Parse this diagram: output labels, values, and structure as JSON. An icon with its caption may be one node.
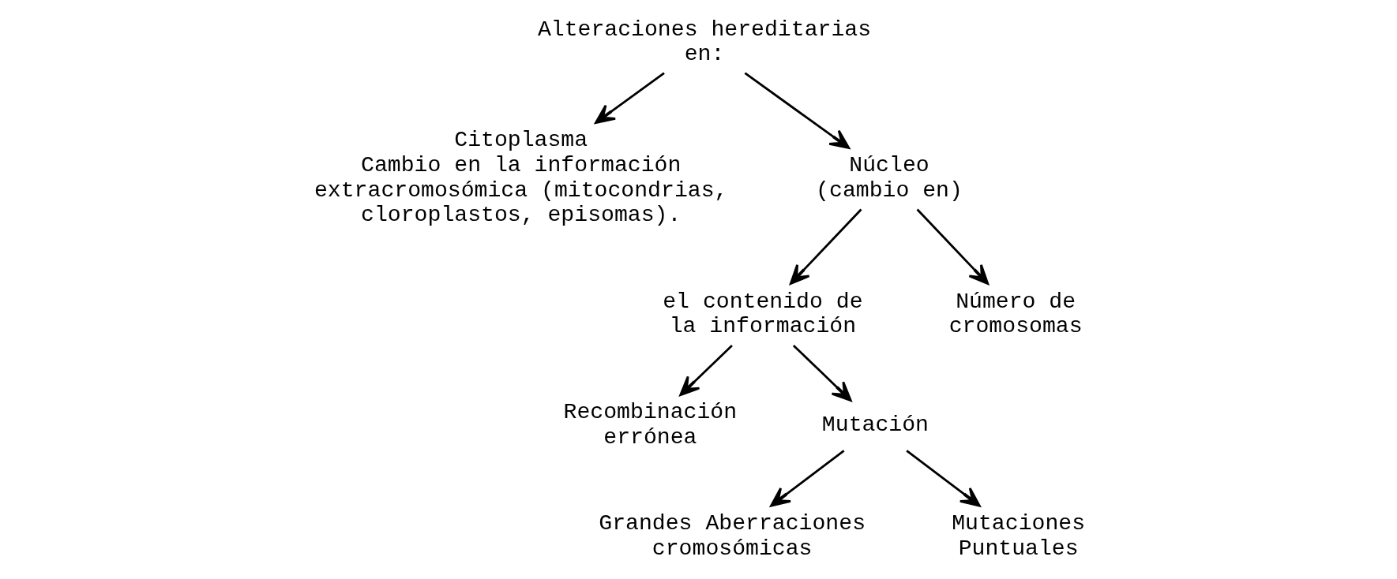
{
  "diagram": {
    "nodes": [
      {
        "text": [
          "Alteraciones hereditarias",
          "en:"
        ]
      },
      {
        "text": [
          "Citoplasma",
          "Cambio en la información extracromosómica (mitocondrias, cloroplastos, episomas)."
        ]
      },
      {
        "text": [
          "Núcleo",
          "(cambio en)"
        ]
      },
      {
        "text": [
          "el contenido de la información"
        ]
      },
      {
        "text": [
          "Número de cromosomas"
        ]
      },
      {
        "text": [
          "Recombinación errónea"
        ]
      },
      {
        "text": [
          "Mutación"
        ]
      },
      {
        "text": [
          "Grandes Aberraciones cromosómicas"
        ]
      },
      {
        "text": [
          "Mutaciones Puntuales"
        ]
      }
    ],
    "edges": [
      {
        "from": 0,
        "to": 1,
        "arrow": "to"
      },
      {
        "from": 0,
        "to": 2,
        "arrow": "to"
      },
      {
        "from": 2,
        "to": 3,
        "arrow": "to"
      },
      {
        "from": 2,
        "to": 4,
        "arrow": "to"
      },
      {
        "from": 3,
        "to": 5,
        "arrow": "to"
      },
      {
        "from": 3,
        "to": 6,
        "arrow": "to"
      },
      {
        "from": 6,
        "to": 7,
        "arrow": "to"
      },
      {
        "from": 6,
        "to": 8,
        "arrow": "to"
      }
    ]
  }
}
